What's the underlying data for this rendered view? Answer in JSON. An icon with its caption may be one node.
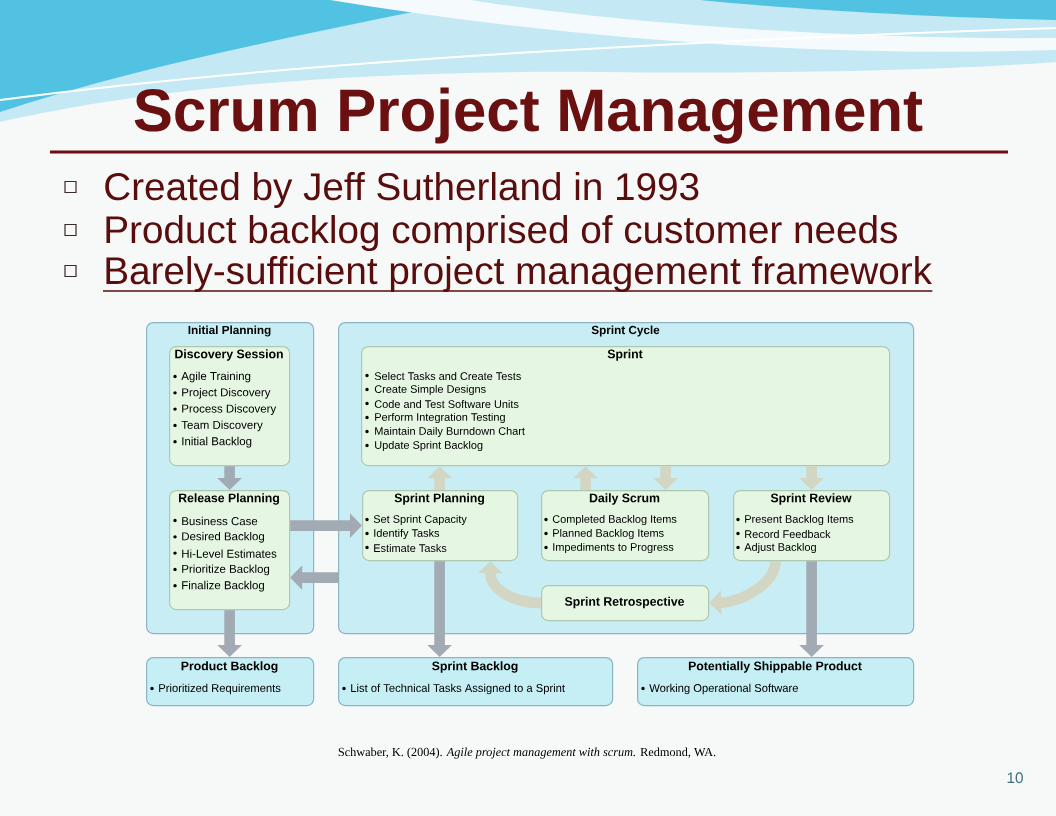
{
  "diagram": {
    "title": "Scrum Project Management",
    "nodes": [
      {
        "text": [
          "Initial Planning"
        ]
      },
      {
        "text": [
          "Discovery Session",
          "Agile Training",
          "Project Discovery",
          "Process Discovery",
          "Team Discovery",
          "Initial Backlog"
        ],
        "in": 0
      },
      {
        "text": [
          "Release Planning",
          "Business Case",
          "Desired Backlog",
          "Hi-Level Estimates",
          "Prioritize Backlog",
          "Finalize Backlog"
        ],
        "in": 0
      },
      {
        "text": [
          "Sprint Cycle"
        ]
      },
      {
        "text": [
          "Sprint",
          "Select Tasks and Create Tests",
          "Create Simple Designs",
          "Code and Test Software Units",
          "Perform Integration Testing",
          "Maintain Daily Burndown Chart",
          "Update Sprint Backlog"
        ],
        "in": 3
      },
      {
        "text": [
          "Sprint Planning",
          "Set Sprint Capacity",
          "Identify Tasks",
          "Estimate Tasks"
        ],
        "in": 3
      },
      {
        "text": [
          "Daily Scrum",
          "Completed Backlog Items",
          "Planned Backlog Items",
          "Impediments to Progress"
        ],
        "in": 3
      },
      {
        "text": [
          "Sprint Review",
          "Present Backlog Items",
          "Record Feedback",
          "Adjust Backlog"
        ],
        "in": 3
      },
      {
        "text": [
          "Sprint Retrospective"
        ],
        "in": 3
      },
      {
        "text": [
          "Product Backlog",
          "Prioritized Requirements"
        ]
      },
      {
        "text": [
          "Sprint Backlog",
          "List of Technical Tasks Assigned to a Sprint"
        ]
      },
      {
        "text": [
          "Potentially Shippable Product",
          "Working Operational Software"
        ]
      }
    ],
    "edges": [
      {
        "from": 1,
        "to": 2,
        "arrow": "to"
      },
      {
        "from": 2,
        "to": 5,
        "arrow": "to"
      },
      {
        "from": 3,
        "to": 2,
        "arrow": "to"
      },
      {
        "from": 2,
        "to": 9,
        "arrow": "to"
      },
      {
        "from": 5,
        "to": 10,
        "arrow": "to"
      },
      {
        "from": 7,
        "to": 11,
        "arrow": "to"
      },
      {
        "from": 8,
        "to": 5,
        "arrow": "to",
        "color": "#d3d6c2"
      },
      {
        "from": 5,
        "to": 4,
        "arrow": "to",
        "color": "#d3d6c2"
      },
      {
        "from": 4,
        "to": 7,
        "arrow": "to",
        "color": "#d3d6c2"
      },
      {
        "from": 7,
        "to": 8,
        "arrow": "to",
        "color": "#d3d6c2"
      },
      {
        "from": 6,
        "to": 4,
        "arrow": "to",
        "color": "#d3d6c2"
      },
      {
        "from": 4,
        "to": 6,
        "arrow": "to",
        "color": "#d3d6c2"
      }
    ],
    "labels": [
      "Created by Jeff Sutherland in 1993",
      "Product backlog comprised of customer needs",
      "Barely-sufficient project management framework",
      "10"
    ],
    "caption": "Schwaber, K. (2004). *Agile project management with scrum.* Redmond, WA."
  }
}
